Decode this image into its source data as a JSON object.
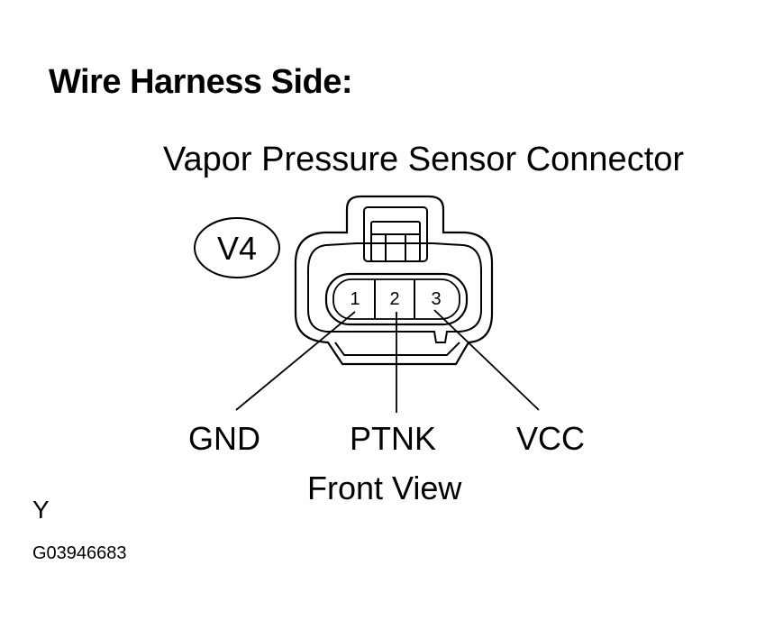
{
  "heading": "Wire Harness Side:",
  "connector": {
    "title": "Vapor Pressure Sensor Connector",
    "code": "V4",
    "pins": [
      {
        "number": "1",
        "signal": "GND"
      },
      {
        "number": "2",
        "signal": "PTNK"
      },
      {
        "number": "3",
        "signal": "VCC"
      }
    ],
    "view": "Front View"
  },
  "footer": {
    "letter": "Y",
    "figure_code": "G03946683"
  }
}
